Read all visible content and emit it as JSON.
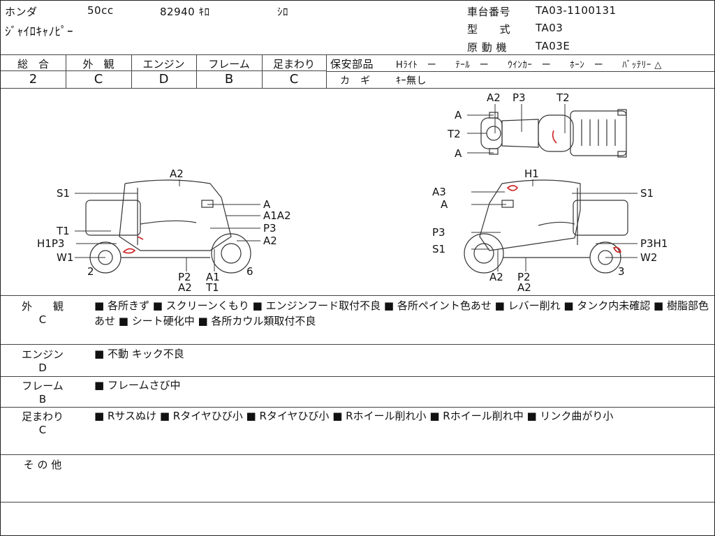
{
  "header": {
    "maker": "ホンダ",
    "cc": "50cc",
    "km": "82940 ｷﾛ",
    "color": "ｼﾛ",
    "model_name": "ｼﾞｬｲﾛｷｬﾉﾋﾟｰ",
    "chassis_label": "車台番号",
    "chassis_value": "TA03-1100131",
    "type_label": "型　　式",
    "type_value": "TA03",
    "engine_label": "原 動 機",
    "engine_value": "TA03E"
  },
  "grades": {
    "overall": {
      "label": "総　合",
      "value": "2"
    },
    "exterior": {
      "label": "外　観",
      "value": "C"
    },
    "engine": {
      "label": "エンジン",
      "value": "D"
    },
    "frame": {
      "label": "フレーム",
      "value": "B"
    },
    "suspension": {
      "label": "足まわり",
      "value": "C"
    }
  },
  "safety": {
    "label": "保安部品",
    "items": "Hﾗｲﾄ　ー　　ﾃｰﾙ　ー　　ｳｲﾝｶｰ　ー　　ﾎｰﾝ　ー　　ﾊﾞｯﾃﾘｰ △",
    "key_label": "カ　ギ",
    "key_value": "ｷｰ無し"
  },
  "diagram": {
    "top": {
      "a2": "A2",
      "p3": "P3",
      "t2_right": "T2",
      "a_top": "A",
      "t2_left": "T2",
      "a_bottom": "A"
    },
    "left": {
      "a2": "A2",
      "s1": "S1",
      "a": "A",
      "a1a2": "A1A2",
      "p3": "P3",
      "t1": "T1",
      "h1p3": "H1P3",
      "a2b": "A2",
      "w1": "W1",
      "n2": "2",
      "p2": "P2",
      "a2c": "A2",
      "a1": "A1",
      "t1b": "T1",
      "n6": "6"
    },
    "right": {
      "h1": "H1",
      "a3": "A3",
      "s1": "S1",
      "a": "A",
      "p3": "P3",
      "s1b": "S1",
      "p3h1": "P3H1",
      "w2": "W2",
      "n3": "3",
      "a2": "A2",
      "p2": "P2",
      "a2b": "A2"
    }
  },
  "remarks": {
    "exterior": {
      "label": "外　　観",
      "grade": "C",
      "text": "■ 各所きず ■ スクリーンくもり ■ エンジンフード取付不良 ■ 各所ペイント色あせ ■ レバー削れ ■ タンク内未確認 ■ 樹脂部色あせ ■ シート硬化中 ■ 各所カウル類取付不良"
    },
    "engine": {
      "label": "エンジン",
      "grade": "D",
      "text": "■ 不動 キック不良"
    },
    "frame": {
      "label": "フレーム",
      "grade": "B",
      "text": "■ フレームさび中"
    },
    "suspension": {
      "label": "足まわり",
      "grade": "C",
      "text": "■ Rサスぬけ ■ Rタイヤひび小 ■ Rタイヤひび小 ■ Rホイール削れ小 ■ Rホイール削れ中 ■ リンク曲がり小"
    },
    "other": {
      "label": "そ の 他",
      "text": ""
    }
  },
  "colors": {
    "line": "#333333",
    "damage": "#cc2222"
  }
}
